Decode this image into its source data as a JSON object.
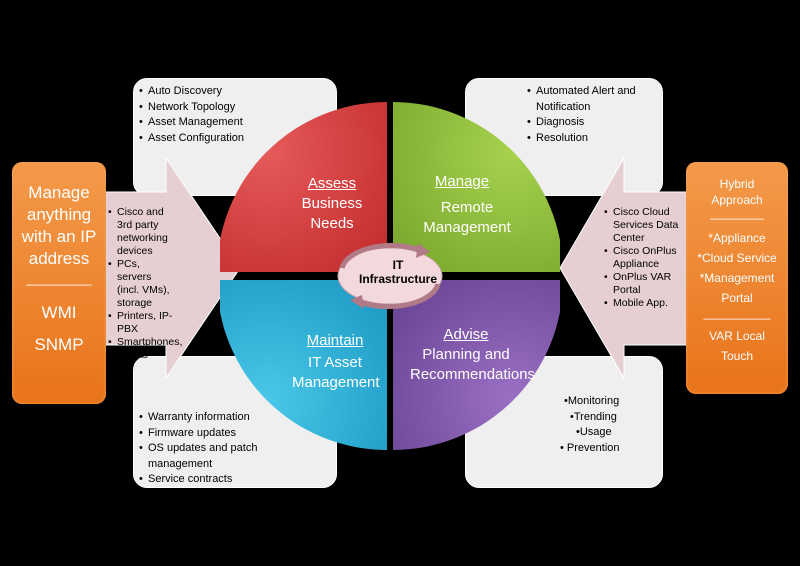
{
  "left_box": {
    "title": "Manage anything with an IP address",
    "divider": "_________",
    "items": [
      "WMI",
      "SNMP"
    ]
  },
  "right_box": {
    "title": "Hybrid Approach",
    "divider_top": "________",
    "items": [
      "*Appliance",
      "*Cloud Service",
      "*Management Portal"
    ],
    "divider_bottom": "__________",
    "footer": "VAR Local Touch"
  },
  "left_arrow_list": [
    "Cisco and 3rd party networking devices",
    "PCs, servers (incl. VMs), storage",
    "Printers, IP-PBX",
    "Smartphones, tablets"
  ],
  "right_arrow_list": [
    "Cisco Cloud Services Data Center",
    "Cisco OnPlus Appliance",
    "OnPlus VAR Portal",
    "Mobile App."
  ],
  "top_left_list": [
    "Auto Discovery",
    "Network Topology",
    "Asset Management",
    "Asset Configuration"
  ],
  "top_right_list": [
    "Automated Alert and Notification",
    "Diagnosis",
    "Resolution"
  ],
  "bottom_left_list": [
    "Warranty information",
    "Firmware updates",
    "OS updates and patch management",
    "Service contracts"
  ],
  "bottom_right_list": [
    "•Monitoring",
    "•Trending",
    "•Usage",
    "•  Prevention"
  ],
  "quadrants": {
    "assess": {
      "title": "Assess",
      "subtitle": "Business Needs",
      "color": "#d63b3b"
    },
    "manage": {
      "title": "Manage",
      "subtitle": "Remote Management",
      "color": "#8fbf3a"
    },
    "maintain": {
      "title": "Maintain",
      "subtitle": "IT Asset Management",
      "color": "#2cb3d8"
    },
    "advise": {
      "title": "Advise",
      "subtitle": "Planning and Recommendations",
      "color": "#7e55a8"
    }
  },
  "hub": {
    "line1": "IT",
    "line2": "Infrastructure"
  }
}
